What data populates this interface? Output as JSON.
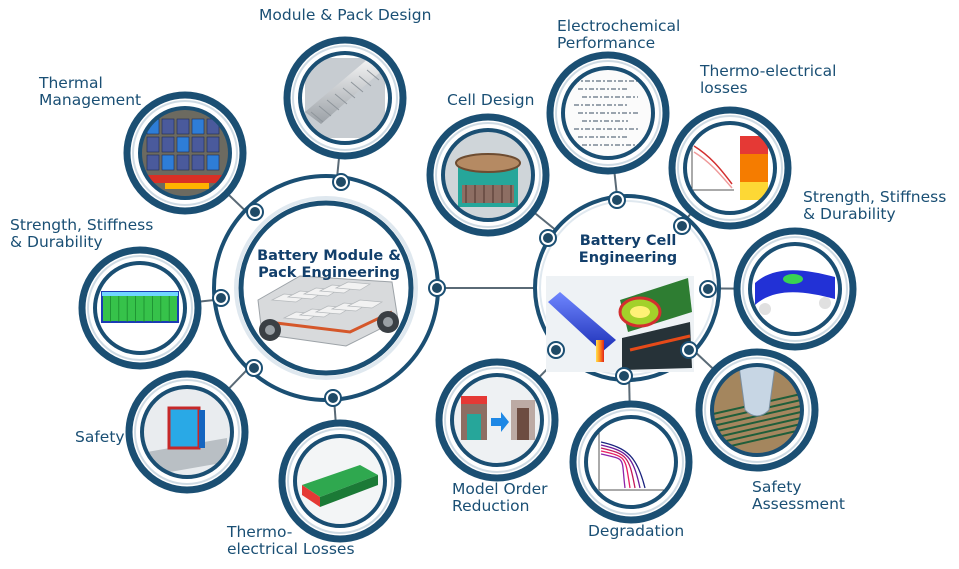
{
  "hubs": [
    {
      "id": "module",
      "title": "Battery Module &\nPack Engineering"
    },
    {
      "id": "cell",
      "title": "Battery Cell\nEngineering"
    }
  ],
  "nodes": [
    {
      "id": "module-pack-design",
      "label": "Module & Pack Design",
      "image": "heat-sink-fins"
    },
    {
      "id": "thermal-management",
      "label": "Thermal\nManagement",
      "image": "cell-rack-thermal-map"
    },
    {
      "id": "strength-module",
      "label": "Strength, Stiffness\n& Durability",
      "image": "pack-frame-stress"
    },
    {
      "id": "safety",
      "label": "Safety",
      "image": "pack-crush"
    },
    {
      "id": "thermo-module",
      "label": "Thermo-\nelectrical Losses",
      "image": "module-temperature"
    },
    {
      "id": "cell-design",
      "label": "Cell Design",
      "image": "cell-cutaway"
    },
    {
      "id": "electrochemical",
      "label": "Electrochemical\nPerformance",
      "image": "equations-sheet"
    },
    {
      "id": "thermo-cell",
      "label": "Thermo-electrical\nlosses",
      "image": "loss-curves-contour"
    },
    {
      "id": "strength-cell",
      "label": "Strength, Stiffness\n& Durability",
      "image": "cylinder-bending"
    },
    {
      "id": "safety-assessment",
      "label": "Safety\nAssessment",
      "image": "nail-penetration"
    },
    {
      "id": "degradation",
      "label": "Degradation",
      "image": "capacity-fade-curves"
    },
    {
      "id": "model-order-reduction",
      "label": "Model Order\nReduction",
      "image": "full-to-reduced-model"
    }
  ],
  "colors": {
    "ring": "#1b4f73",
    "ring_light": "#dfe8ef",
    "connector": "#5a6a76",
    "dot": "#1f4a66",
    "label": "#1a4f74",
    "hub_title": "#123f6b"
  }
}
